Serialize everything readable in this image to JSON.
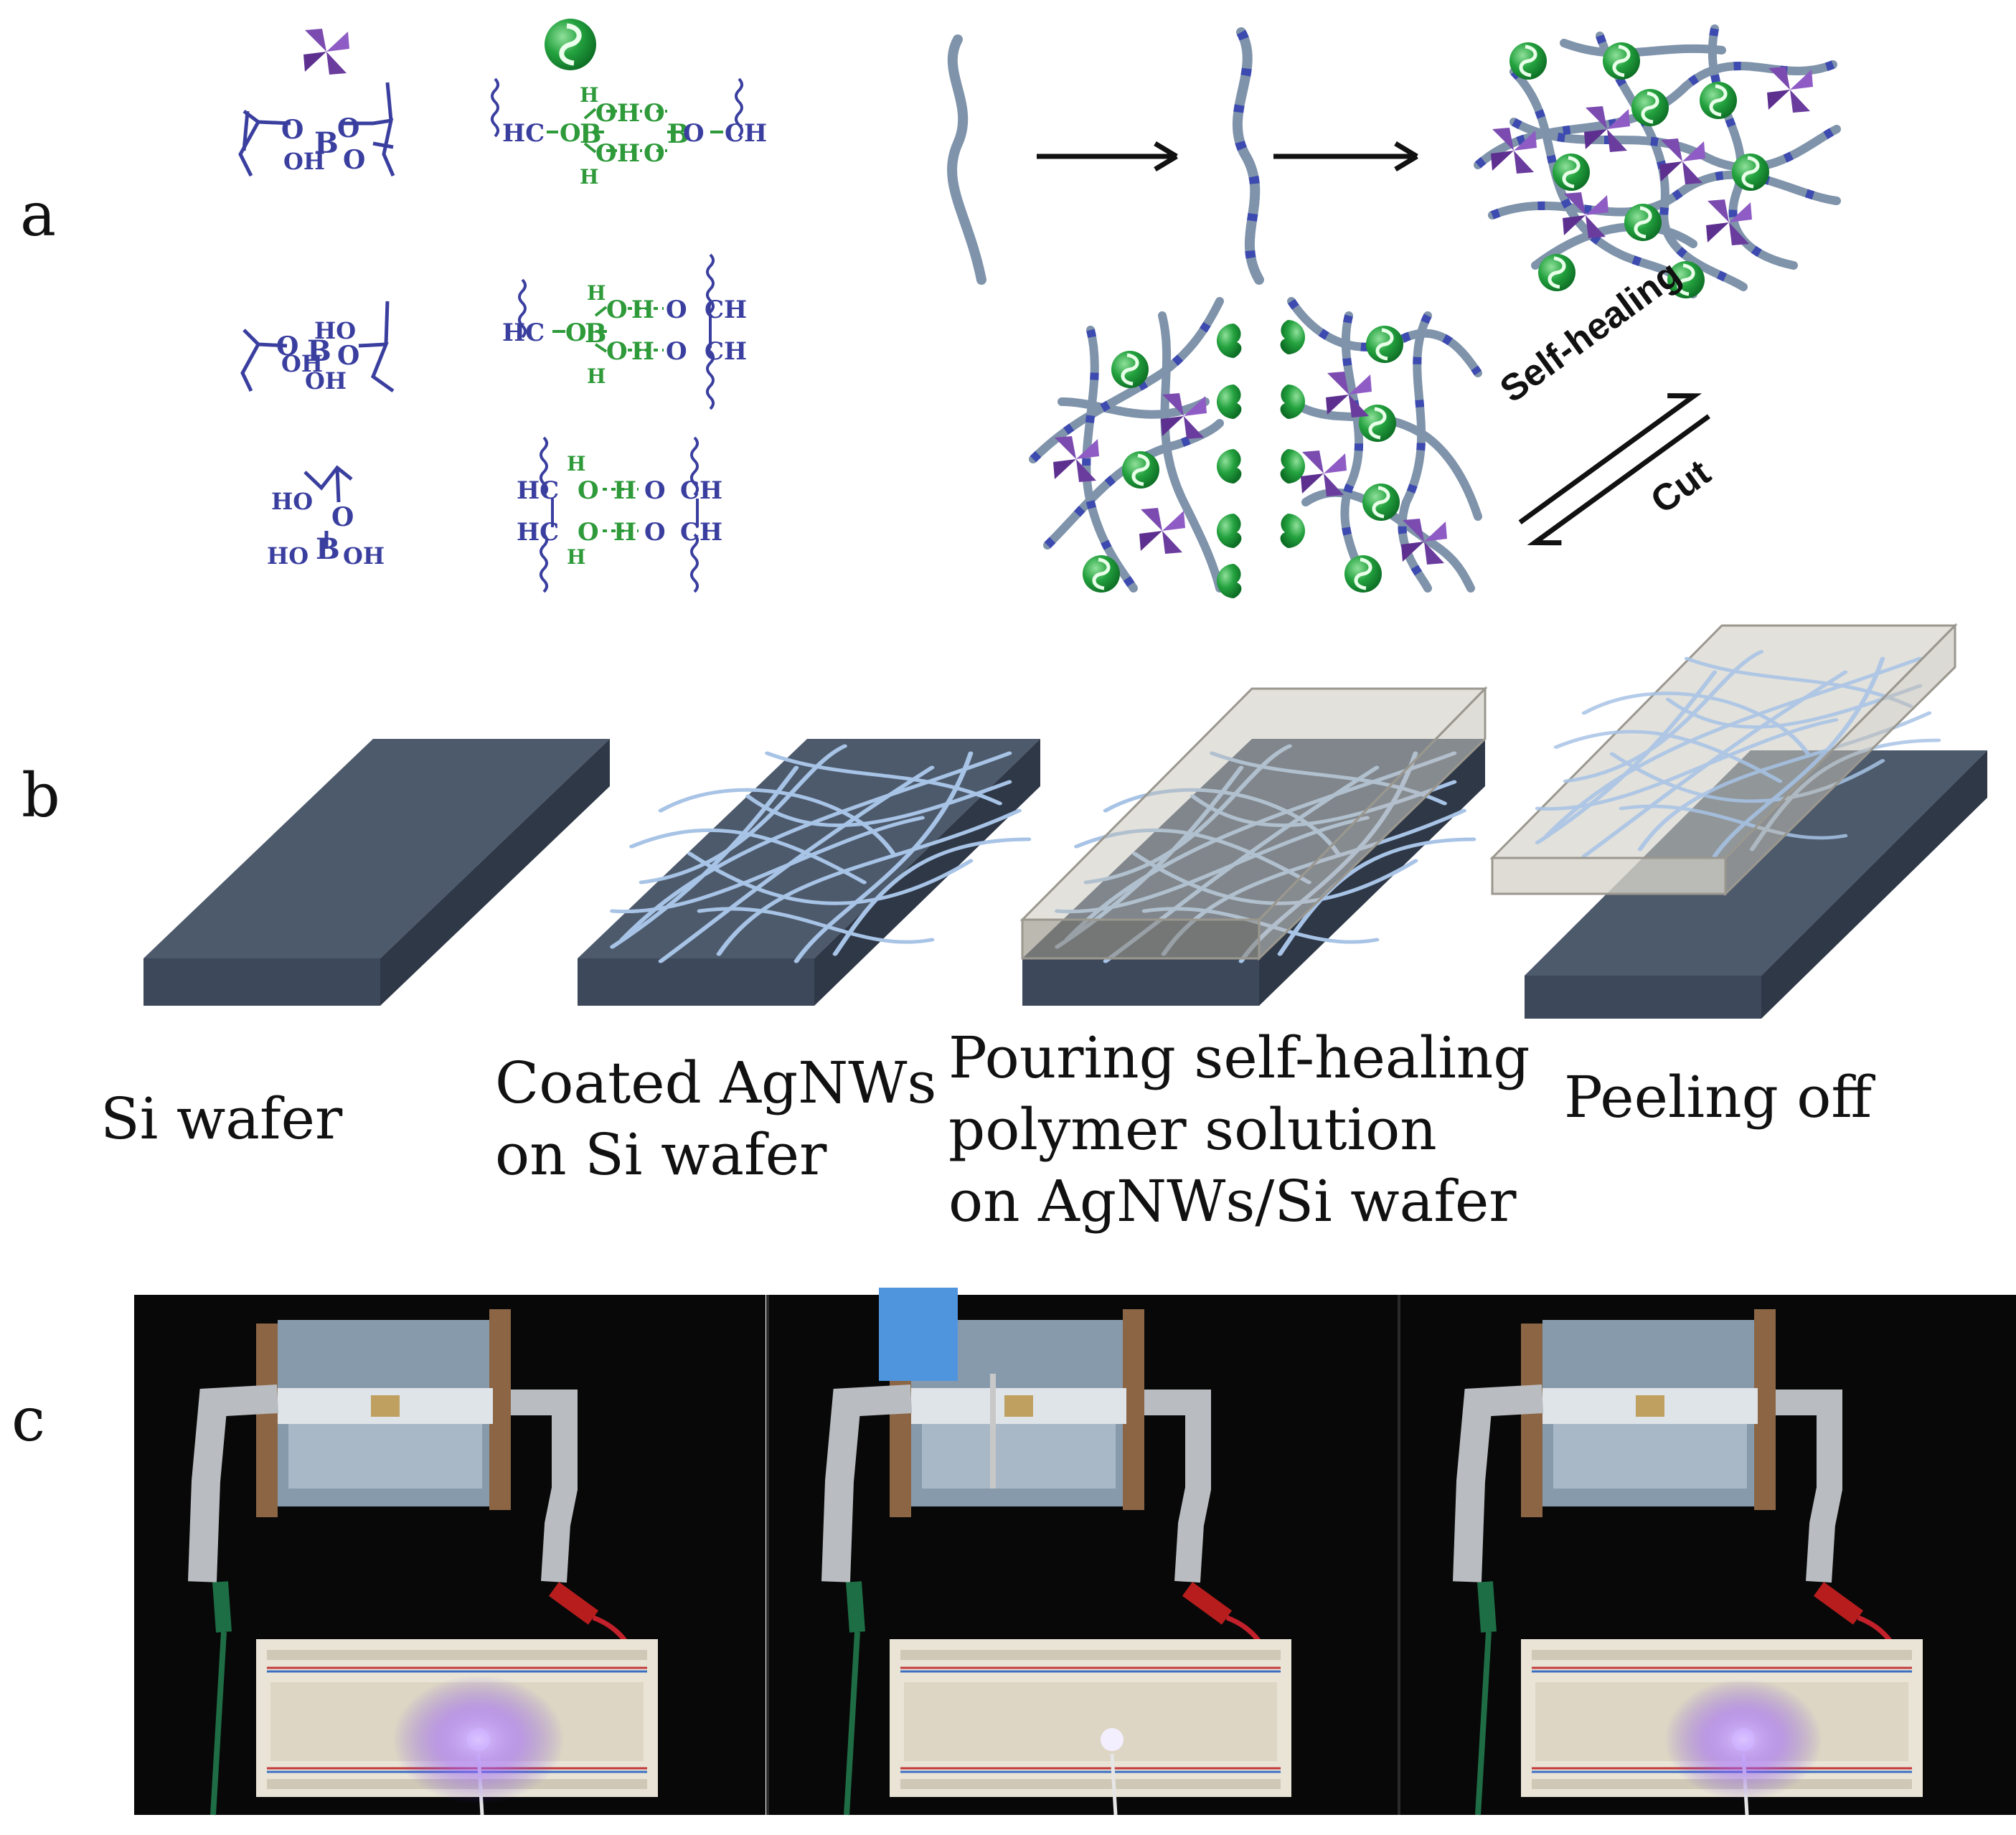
{
  "panels": {
    "a": {
      "letter": "a"
    },
    "b": {
      "letter": "b",
      "steps": [
        {
          "lines": [
            "Si wafer"
          ]
        },
        {
          "lines": [
            "Coated AgNWs",
            "on Si wafer"
          ]
        },
        {
          "lines": [
            "Pouring self-healing",
            "polymer solution",
            "on AgNWs/Si wafer"
          ]
        },
        {
          "lines": [
            "Peeling off"
          ]
        }
      ]
    },
    "c": {
      "letter": "c"
    }
  },
  "reaction": {
    "forward_label": "Self-healing",
    "reverse_label": "Cut"
  },
  "chem_text": {
    "s1": {
      "b": "B",
      "o1": "O",
      "o2": "O",
      "oh": "OH"
    },
    "s2": {
      "h1": "H",
      "h2": "H",
      "o1": "O",
      "o2": "O",
      "b": "B",
      "oh1": "OH",
      "oh2": "HO"
    },
    "s3": {
      "ho": "HO",
      "o": "O",
      "b": "B",
      "oh": "OH",
      "ho2": "HO"
    },
    "g1": {
      "hc": "HC",
      "o1": "O",
      "b1": "B",
      "h1": "H",
      "o2": "O",
      "h3": "H",
      "o3": "O",
      "b2": "B",
      "o4": "O",
      "ch": "CH",
      "o5": "O",
      "h4": "H",
      "o6": "O",
      "h2": "H"
    },
    "g2": {
      "hc": "HC",
      "o": "O",
      "b": "B",
      "h1": "H",
      "o1": "O",
      "h3": "H",
      "o2": "O",
      "ch1": "CH",
      "o3": "O",
      "h4": "H",
      "o4": "O",
      "ch2": "CH",
      "h2": "H"
    },
    "g3": {
      "hc1": "HC",
      "hc2": "HC",
      "h1": "H",
      "o1": "O",
      "h3": "H",
      "o2": "O",
      "ch1": "CH",
      "o3": "O",
      "h4": "H",
      "o4": "O",
      "ch2": "CH",
      "h2": "H"
    }
  },
  "colors": {
    "chem_blue": "#3a3f9f",
    "chem_green": "#2e9a3a",
    "chain": "#7f93aa",
    "chain_dash": "#3d4ab0",
    "pinwheel": "#7b4bb0",
    "sphere": "#1f9a3a",
    "wafer_top": "#4d5a6c",
    "wafer_side": "#3a4556",
    "wafer_edge": "#2f3847",
    "nanowire": "#a7c3e6",
    "film": "#bfbcb2"
  }
}
